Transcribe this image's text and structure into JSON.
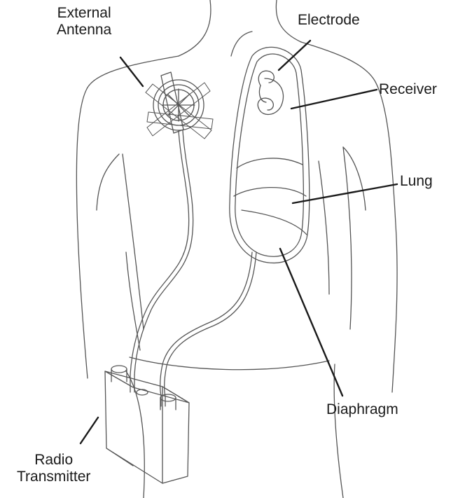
{
  "labels": {
    "external_antenna": [
      "External",
      "Antenna"
    ],
    "electrode": "Electrode",
    "receiver": "Receiver",
    "lung": "Lung",
    "diaphragm": "Diaphragm",
    "radio_transmitter": [
      "Radio",
      "Transmitter"
    ]
  },
  "colors": {
    "line": "#3a3a3a",
    "outline": "#555555",
    "background": "#ffffff"
  }
}
